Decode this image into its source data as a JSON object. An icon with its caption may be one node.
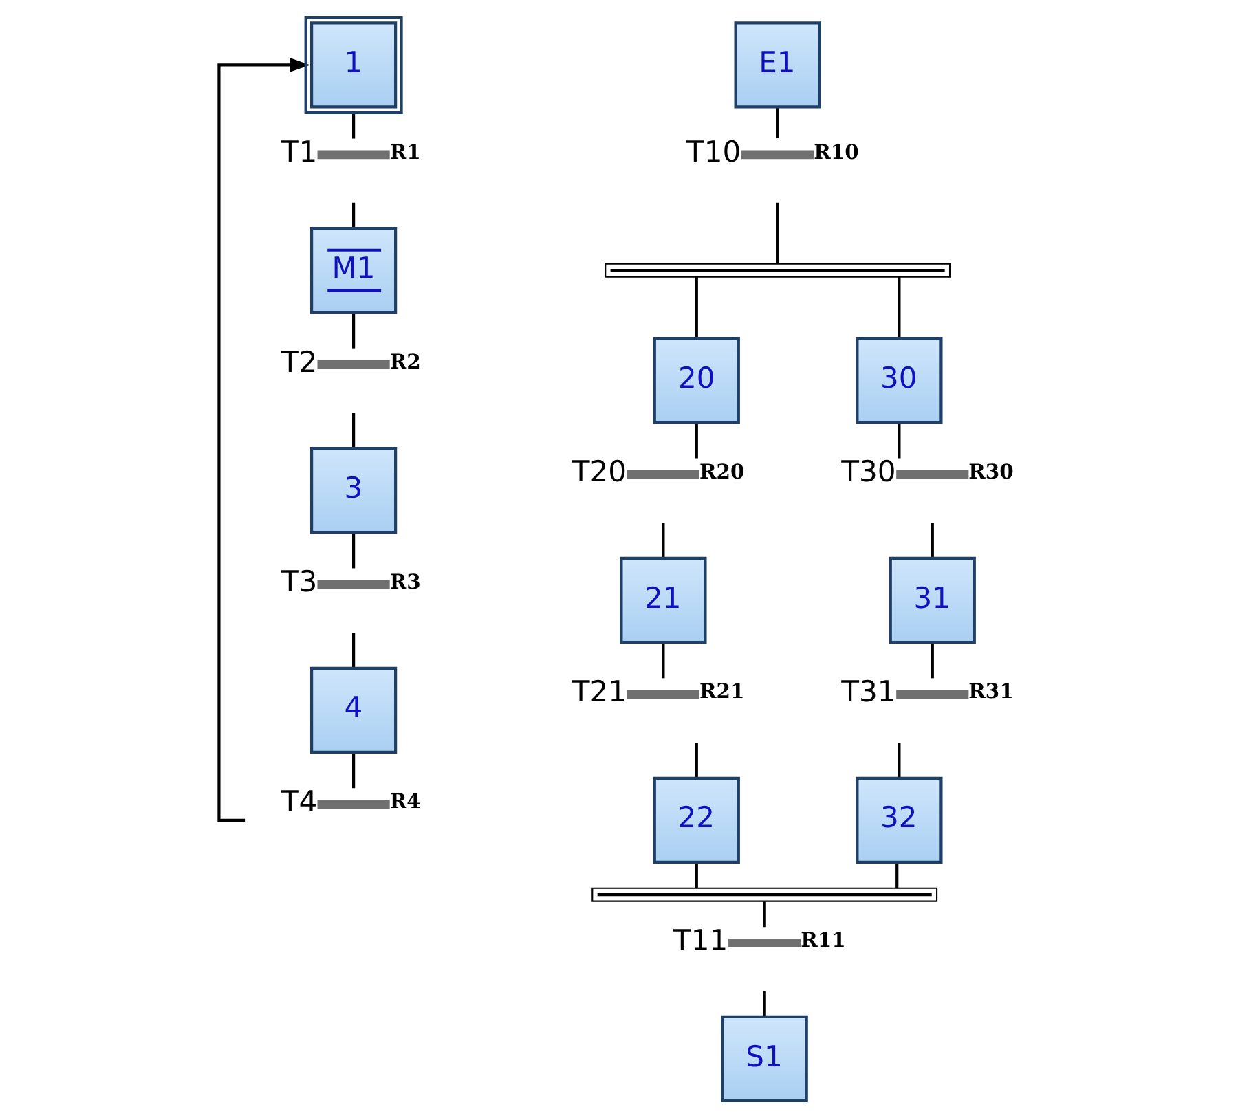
{
  "diagram": {
    "nodes": [
      {
        "text": [
          "1"
        ]
      },
      {
        "text": [],
        "shape": "bar",
        "beside": [
          "T1",
          "R1"
        ]
      },
      {
        "text": [
          "M1"
        ]
      },
      {
        "text": [],
        "shape": "bar",
        "beside": [
          "T2",
          "R2"
        ]
      },
      {
        "text": [
          "3"
        ]
      },
      {
        "text": [],
        "shape": "bar",
        "beside": [
          "T3",
          "R3"
        ]
      },
      {
        "text": [
          "4"
        ]
      },
      {
        "text": [],
        "shape": "bar",
        "beside": [
          "T4",
          "R4"
        ]
      },
      {
        "text": [
          "E1"
        ]
      },
      {
        "text": [],
        "shape": "bar",
        "beside": [
          "T10",
          "R10"
        ]
      },
      {
        "text": [],
        "shape": "bar"
      },
      {
        "text": [
          "20"
        ]
      },
      {
        "text": [],
        "shape": "bar",
        "beside": [
          "T20",
          "R20"
        ]
      },
      {
        "text": [
          "21"
        ]
      },
      {
        "text": [],
        "shape": "bar",
        "beside": [
          "T21",
          "R21"
        ]
      },
      {
        "text": [
          "22"
        ]
      },
      {
        "text": [
          "30"
        ]
      },
      {
        "text": [],
        "shape": "bar",
        "beside": [
          "T30",
          "R30"
        ]
      },
      {
        "text": [
          "31"
        ]
      },
      {
        "text": [],
        "shape": "bar",
        "beside": [
          "T31",
          "R31"
        ]
      },
      {
        "text": [
          "32"
        ]
      },
      {
        "text": [],
        "shape": "bar"
      },
      {
        "text": [],
        "shape": "bar",
        "beside": [
          "T11",
          "R11"
        ]
      },
      {
        "text": [
          "S1"
        ]
      }
    ],
    "edges": [
      {
        "from": 0,
        "to": 1,
        "arrow": "none"
      },
      {
        "from": 1,
        "to": 2,
        "arrow": "none"
      },
      {
        "from": 2,
        "to": 3,
        "arrow": "none"
      },
      {
        "from": 3,
        "to": 4,
        "arrow": "none"
      },
      {
        "from": 4,
        "to": 5,
        "arrow": "none"
      },
      {
        "from": 5,
        "to": 6,
        "arrow": "none"
      },
      {
        "from": 6,
        "to": 7,
        "arrow": "none"
      },
      {
        "from": 7,
        "to": 0,
        "arrow": "to"
      },
      {
        "from": 8,
        "to": 9,
        "arrow": "none"
      },
      {
        "from": 9,
        "to": 10,
        "arrow": "none"
      },
      {
        "from": 10,
        "to": 11,
        "arrow": "none"
      },
      {
        "from": 11,
        "to": 12,
        "arrow": "none"
      },
      {
        "from": 12,
        "to": 13,
        "arrow": "none"
      },
      {
        "from": 13,
        "to": 14,
        "arrow": "none"
      },
      {
        "from": 14,
        "to": 15,
        "arrow": "none"
      },
      {
        "from": 10,
        "to": 16,
        "arrow": "none"
      },
      {
        "from": 16,
        "to": 17,
        "arrow": "none"
      },
      {
        "from": 17,
        "to": 18,
        "arrow": "none"
      },
      {
        "from": 18,
        "to": 19,
        "arrow": "none"
      },
      {
        "from": 19,
        "to": 20,
        "arrow": "none"
      },
      {
        "from": 15,
        "to": 21,
        "arrow": "none"
      },
      {
        "from": 20,
        "to": 21,
        "arrow": "none"
      },
      {
        "from": 21,
        "to": 22,
        "arrow": "none"
      },
      {
        "from": 22,
        "to": 23,
        "arrow": "none"
      }
    ]
  }
}
